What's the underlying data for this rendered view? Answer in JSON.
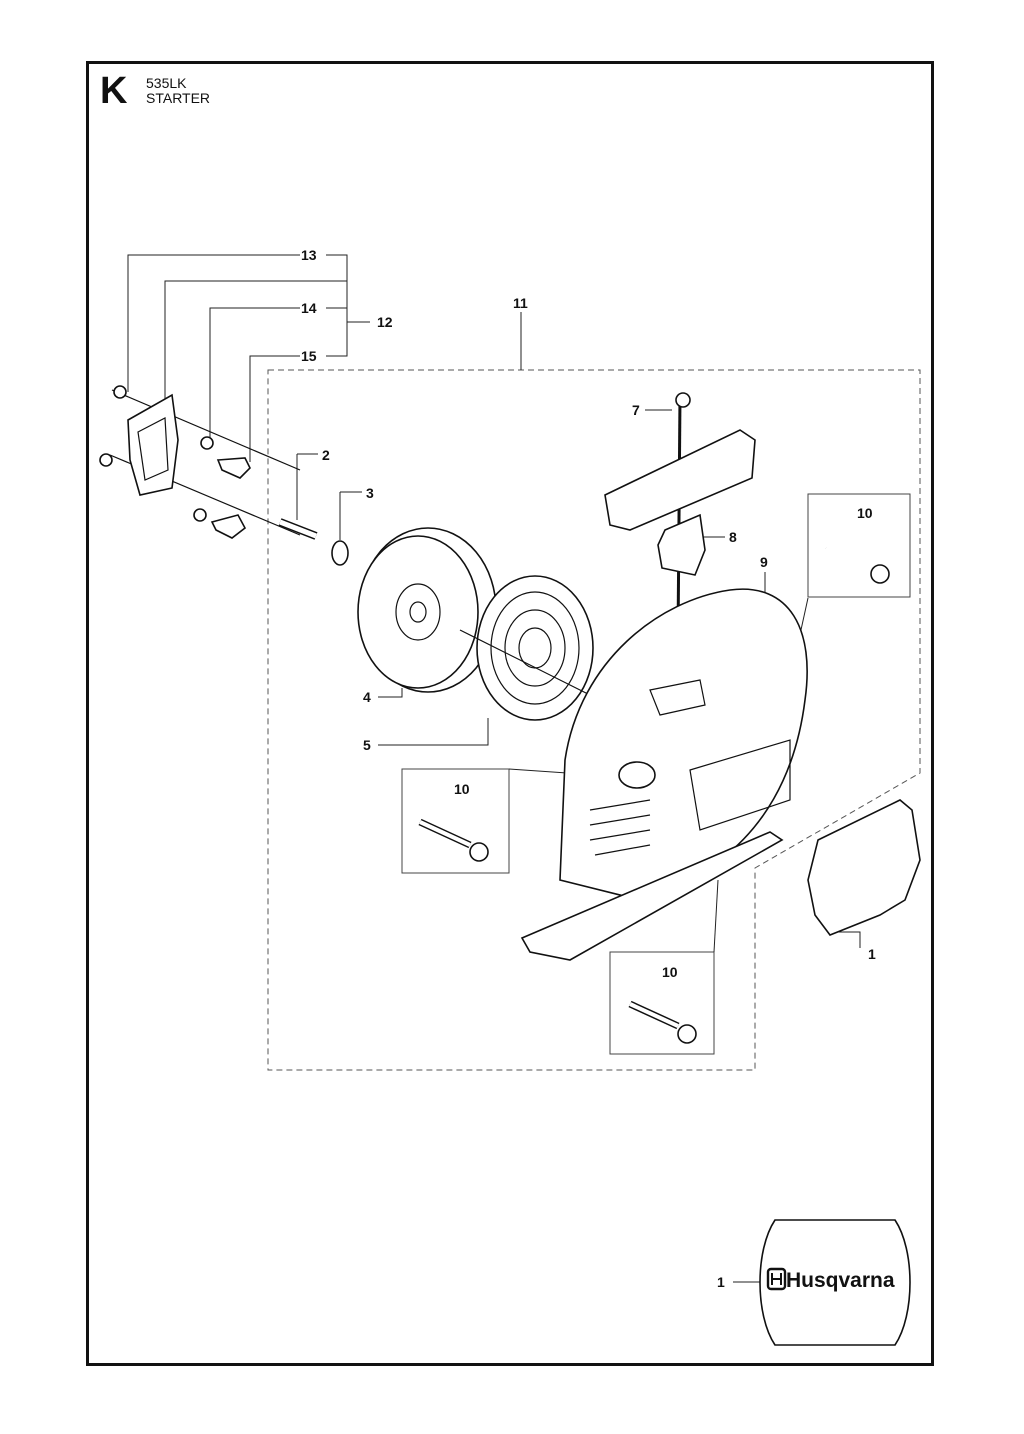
{
  "header": {
    "section_letter": "K",
    "model": "535LK",
    "title": "STARTER"
  },
  "callouts": [
    {
      "id": "c13",
      "label": "13"
    },
    {
      "id": "c14",
      "label": "14"
    },
    {
      "id": "c15",
      "label": "15"
    },
    {
      "id": "c12",
      "label": "12"
    },
    {
      "id": "c11",
      "label": "11"
    },
    {
      "id": "c7",
      "label": "7"
    },
    {
      "id": "c8",
      "label": "8"
    },
    {
      "id": "c9",
      "label": "9"
    },
    {
      "id": "c2",
      "label": "2"
    },
    {
      "id": "c3",
      "label": "3"
    },
    {
      "id": "c4",
      "label": "4"
    },
    {
      "id": "c5",
      "label": "5"
    },
    {
      "id": "c10a",
      "label": "10"
    },
    {
      "id": "c10b",
      "label": "10"
    },
    {
      "id": "c10c",
      "label": "10"
    },
    {
      "id": "c1a",
      "label": "1"
    },
    {
      "id": "c1b",
      "label": "1"
    }
  ],
  "decal": {
    "brand": "Husqvarna"
  }
}
